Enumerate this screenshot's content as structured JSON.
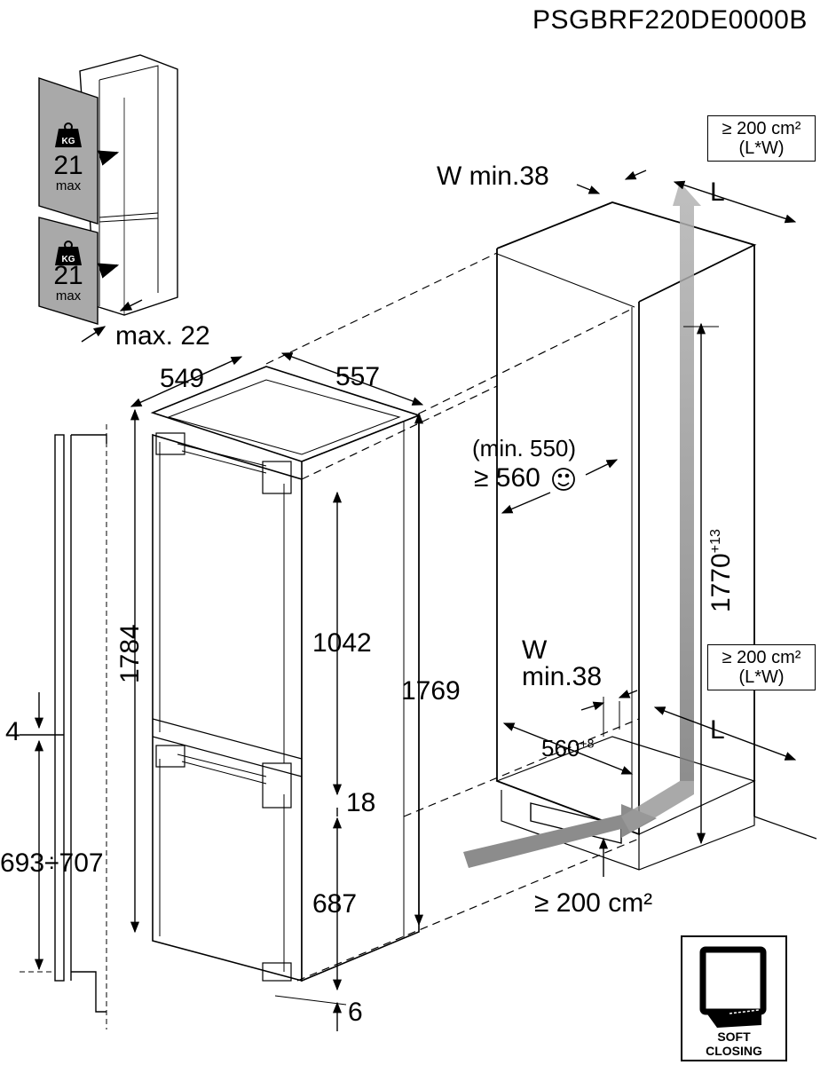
{
  "model_code": "PSGBRF220DE0000B",
  "door_weight": {
    "kg_tag": "KG",
    "upper_value": "21",
    "lower_value": "21",
    "max_label": "max"
  },
  "dimensions": {
    "door_gap": "max. 22",
    "depth": "549",
    "width": "557",
    "total_height": "1784",
    "cabinet_height": "1769",
    "upper_door": "1042",
    "middle_gap": "18",
    "lower_door": "687",
    "bottom_gap": "6",
    "offset_small": "4",
    "lower_range": "693÷707",
    "niche_height": "1770",
    "niche_height_tol": "+13",
    "niche_width": "560",
    "niche_width_tol": "+8",
    "niche_depth_min_note": "(min. 550)",
    "niche_depth": "≥ 560",
    "w_top": "W min.38",
    "w_bottom_line1": "W",
    "w_bottom_line2": "min.38",
    "l_top": "L",
    "l_bottom": "L",
    "vent_bottom": "≥ 200 cm²"
  },
  "vent_boxes": {
    "top_line1": "≥ 200 cm²",
    "top_line2": "(L*W)",
    "mid_line1": "≥ 200 cm²",
    "mid_line2": "(L*W)"
  },
  "soft_closing": {
    "line1": "SOFT",
    "line2": "CLOSING"
  },
  "colors": {
    "door_gray": "#a9a9a9",
    "arrow_gray": "#8c8c8c",
    "line": "#000000"
  }
}
